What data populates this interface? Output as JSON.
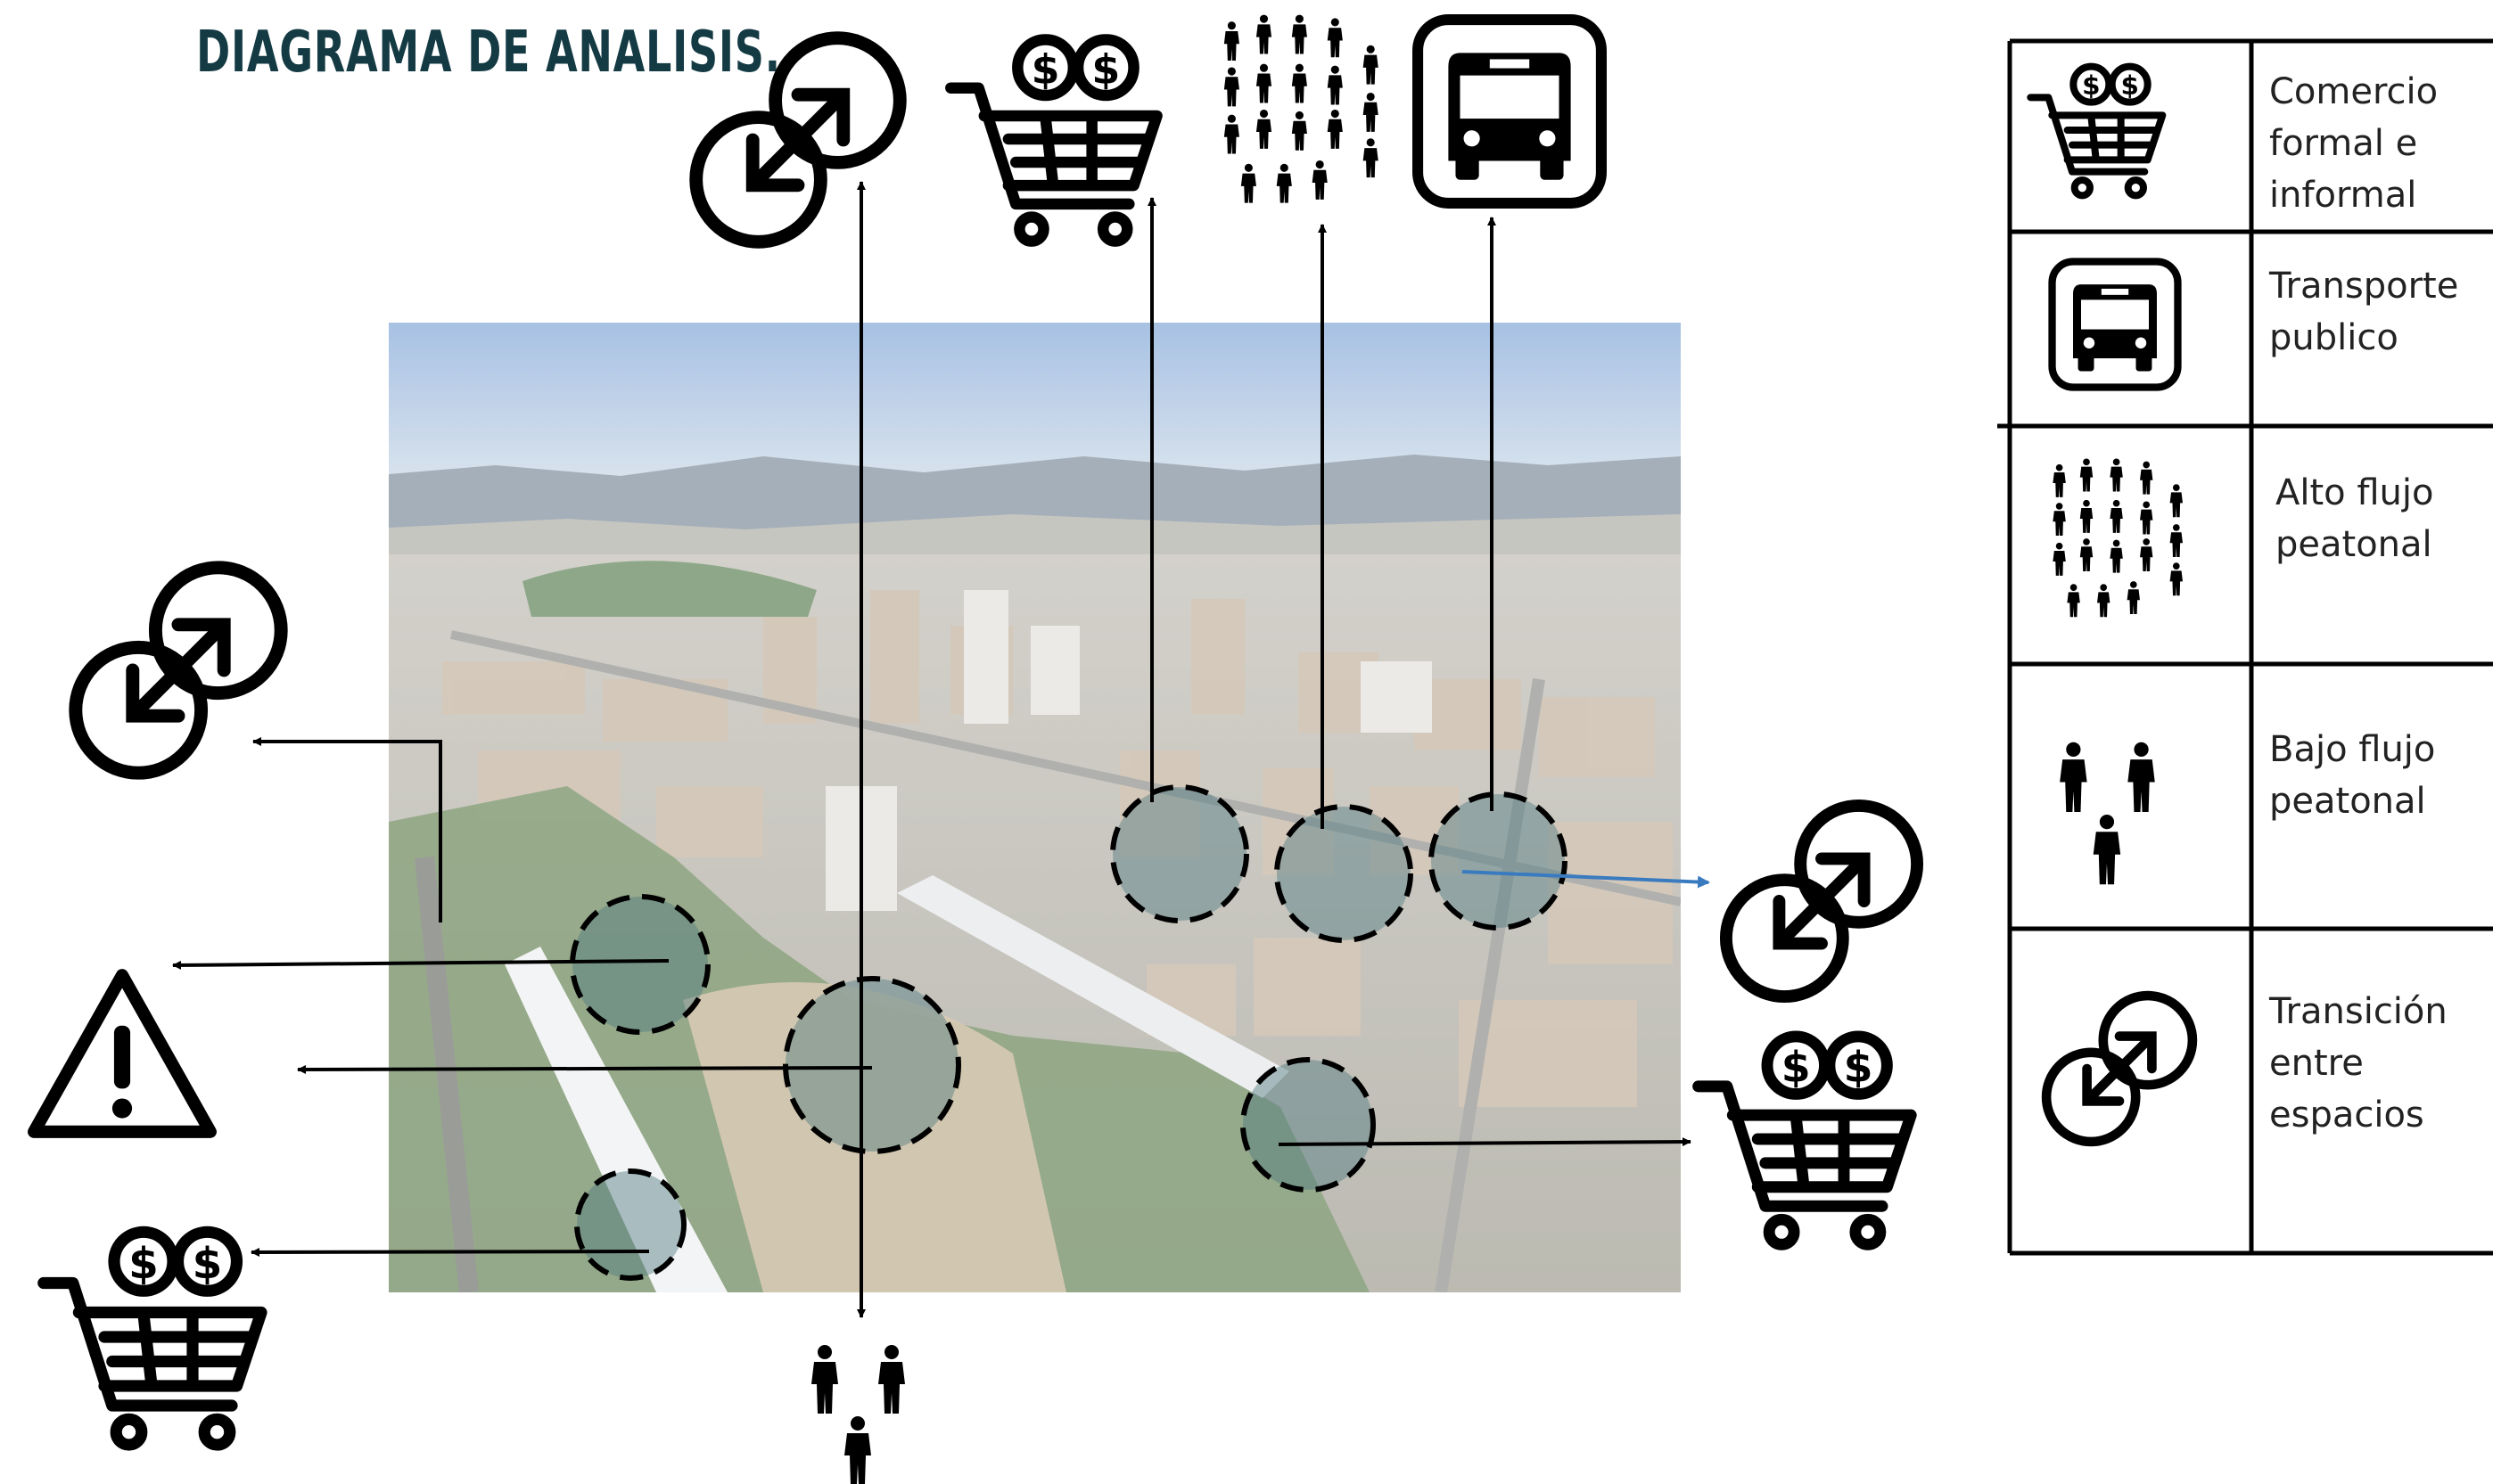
{
  "title": "DIAGRAMA DE ANALISIS.",
  "legend": {
    "rows": [
      {
        "icon": "shopping-cart-icon",
        "label": "Comercio\nformal e\ninformal"
      },
      {
        "icon": "bus-icon",
        "label": "Transporte\npublico"
      },
      {
        "icon": "crowd-icon",
        "label": "Alto flujo\npeatonal"
      },
      {
        "icon": "pedestrians-icon",
        "label": "Bajo flujo\npeatonal"
      },
      {
        "icon": "transition-icon",
        "label": "Transición\nentre\nespacios"
      }
    ]
  },
  "colors": {
    "title": "#143a44",
    "zone_fill": "#4f7a80",
    "accent_arrow": "#3a7bbf",
    "ink": "#000000"
  }
}
